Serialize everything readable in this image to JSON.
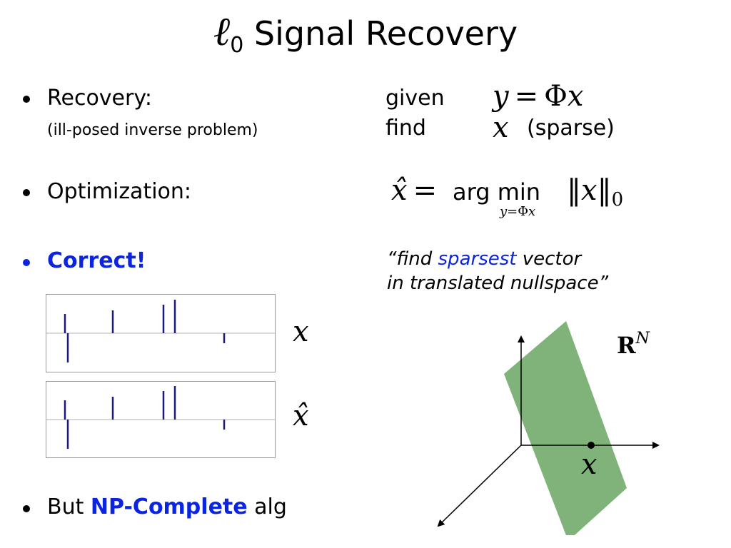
{
  "title": {
    "symbol": "ℓ",
    "subscript": "0",
    "text": "Signal Recovery"
  },
  "bullets": {
    "recovery": {
      "label": "Recovery:",
      "note": "(ill-posed inverse problem)"
    },
    "optimization": {
      "label": "Optimization:"
    },
    "correct": {
      "label": "Correct!"
    },
    "but": {
      "prefix": "But ",
      "emph": "NP-Complete",
      "suffix": " alg"
    }
  },
  "given_find": {
    "given_label": "given",
    "find_label": "find",
    "eq_lhs": "y",
    "eq_sym": "=",
    "eq_phi": "Φ",
    "eq_x": "x",
    "find_var": "x",
    "find_note": "(sparse)"
  },
  "optimization_eq": {
    "lhs": "x̂",
    "eq": "=",
    "argmin": "arg min",
    "constraint_y": "y",
    "constraint_eq": "=",
    "constraint_phi": "Φ",
    "constraint_x": "x",
    "norm_open": "‖",
    "norm_var": "x",
    "norm_close": "‖",
    "norm_sub": "0"
  },
  "quote": {
    "open": "“find ",
    "emph": "sparsest",
    "rest1": " vector",
    "line2": "in translated nullspace",
    "close": "”"
  },
  "panels": {
    "top_label": "x",
    "bottom_label": "x̂"
  },
  "diagram": {
    "space_label": "R",
    "space_sup": "N",
    "point_label": "x"
  },
  "colors": {
    "accent": "#0b24e0",
    "spike": "#1a1a7a",
    "plane": "#7fb37a",
    "panel_border": "#9a9a9a"
  }
}
